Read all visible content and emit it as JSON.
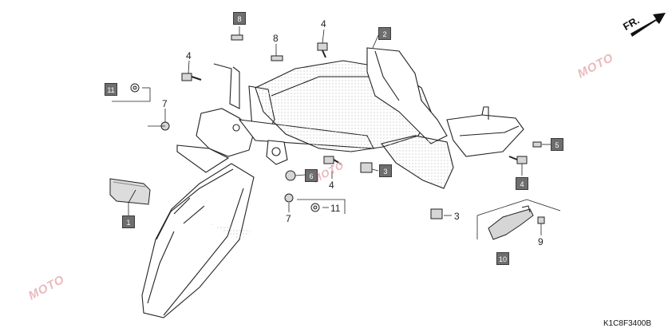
{
  "direction": {
    "label": "FR."
  },
  "diagram_code": "K1C8F3400B",
  "watermark": "MOTO",
  "colors": {
    "callout_box": "#6e6e6e",
    "line": "#222222",
    "watermark": "#e9b9bd"
  },
  "parts": {
    "p1": "1",
    "p2": "2",
    "p3": "3",
    "p4": "4",
    "p5": "5",
    "p6": "6",
    "p7": "7",
    "p8": "8",
    "p9": "9",
    "p10": "10",
    "p11": "11"
  }
}
